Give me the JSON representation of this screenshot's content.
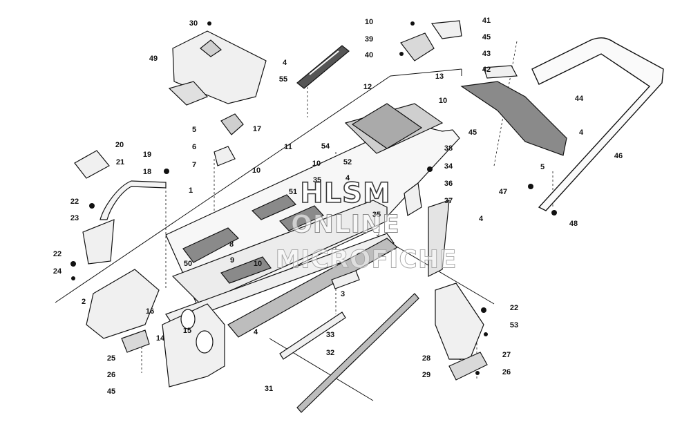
{
  "diagram": {
    "callouts": [
      {
        "id": "c30a",
        "text": "30"
      },
      {
        "id": "c49",
        "text": "49"
      },
      {
        "id": "c10a",
        "text": "10"
      },
      {
        "id": "c39",
        "text": "39"
      },
      {
        "id": "c40",
        "text": "40"
      },
      {
        "id": "c41",
        "text": "41"
      },
      {
        "id": "c45a",
        "text": "45"
      },
      {
        "id": "c43",
        "text": "43"
      },
      {
        "id": "c42",
        "text": "42"
      },
      {
        "id": "c4a",
        "text": "4"
      },
      {
        "id": "c55",
        "text": "55"
      },
      {
        "id": "c13",
        "text": "13"
      },
      {
        "id": "c12",
        "text": "12"
      },
      {
        "id": "c10b",
        "text": "10"
      },
      {
        "id": "c44",
        "text": "44"
      },
      {
        "id": "c5a",
        "text": "5"
      },
      {
        "id": "c17",
        "text": "17"
      },
      {
        "id": "c45b",
        "text": "45"
      },
      {
        "id": "c4b",
        "text": "4"
      },
      {
        "id": "c20",
        "text": "20"
      },
      {
        "id": "c6",
        "text": "6"
      },
      {
        "id": "c11",
        "text": "11"
      },
      {
        "id": "c54",
        "text": "54"
      },
      {
        "id": "c38",
        "text": "38"
      },
      {
        "id": "c46",
        "text": "46"
      },
      {
        "id": "c19",
        "text": "19"
      },
      {
        "id": "c7",
        "text": "7"
      },
      {
        "id": "c10c",
        "text": "10"
      },
      {
        "id": "c10d",
        "text": "10"
      },
      {
        "id": "c52",
        "text": "52"
      },
      {
        "id": "c34",
        "text": "34"
      },
      {
        "id": "c5b",
        "text": "5"
      },
      {
        "id": "c21",
        "text": "21"
      },
      {
        "id": "c18",
        "text": "18"
      },
      {
        "id": "c35a",
        "text": "35"
      },
      {
        "id": "c4c",
        "text": "4"
      },
      {
        "id": "c36",
        "text": "36"
      },
      {
        "id": "c47",
        "text": "47"
      },
      {
        "id": "c1",
        "text": "1"
      },
      {
        "id": "c51",
        "text": "51"
      },
      {
        "id": "c37",
        "text": "37"
      },
      {
        "id": "c22a",
        "text": "22"
      },
      {
        "id": "c48",
        "text": "48"
      },
      {
        "id": "c35b",
        "text": "35"
      },
      {
        "id": "c4d",
        "text": "4"
      },
      {
        "id": "c23",
        "text": "23"
      },
      {
        "id": "c8",
        "text": "8"
      },
      {
        "id": "c9",
        "text": "9"
      },
      {
        "id": "c50",
        "text": "50"
      },
      {
        "id": "c10e",
        "text": "10"
      },
      {
        "id": "c22b",
        "text": "22"
      },
      {
        "id": "c24",
        "text": "24"
      },
      {
        "id": "c3",
        "text": "3"
      },
      {
        "id": "c2",
        "text": "2"
      },
      {
        "id": "c16",
        "text": "16"
      },
      {
        "id": "c22c",
        "text": "22"
      },
      {
        "id": "c15",
        "text": "15"
      },
      {
        "id": "c14",
        "text": "14"
      },
      {
        "id": "c53",
        "text": "53"
      },
      {
        "id": "c4e",
        "text": "4"
      },
      {
        "id": "c33",
        "text": "33"
      },
      {
        "id": "c25",
        "text": "25"
      },
      {
        "id": "c32",
        "text": "32"
      },
      {
        "id": "c28",
        "text": "28"
      },
      {
        "id": "c27",
        "text": "27"
      },
      {
        "id": "c26a",
        "text": "26"
      },
      {
        "id": "c29",
        "text": "29"
      },
      {
        "id": "c26b",
        "text": "26"
      },
      {
        "id": "c45c",
        "text": "45"
      },
      {
        "id": "c31",
        "text": "31"
      }
    ]
  },
  "watermark": {
    "line1": "HLSM",
    "line2": "ONLINE",
    "line3": "MICROFICHE"
  },
  "colors": {
    "ink": "#111111",
    "fill_light": "#f0f0f0",
    "fill_mid": "#d9d9d9",
    "fill_dark": "#555555"
  }
}
